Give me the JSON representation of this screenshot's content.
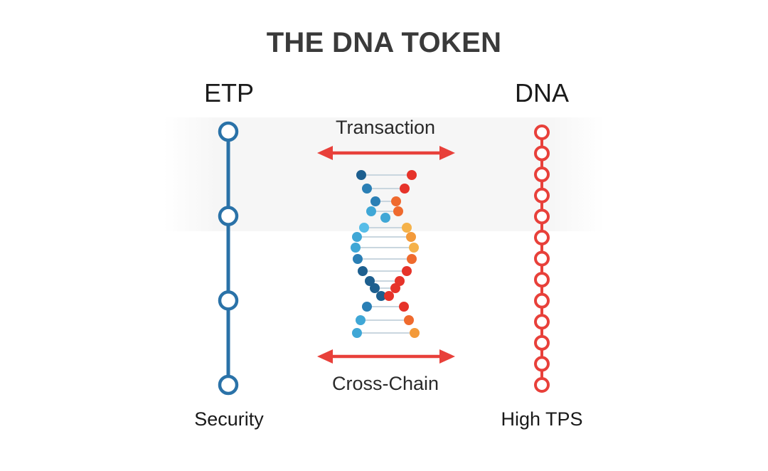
{
  "title": "THE DNA TOKEN",
  "left": {
    "heading": "ETP",
    "caption": "Security",
    "color": "#2a72a8",
    "node_count": 4
  },
  "right": {
    "heading": "DNA",
    "caption": "High TPS",
    "color": "#e8403a",
    "node_count": 13
  },
  "top_arrow_label": "Transaction",
  "bottom_arrow_label": "Cross-Chain",
  "arrow_color": "#e8403a",
  "helix_palette": {
    "left_strand": [
      "#1d5f8f",
      "#2a7fb5",
      "#3fa7d6",
      "#57bde8"
    ],
    "right_strand": [
      "#e6332a",
      "#ef6a2e",
      "#f39a3a",
      "#f5b24a"
    ]
  }
}
